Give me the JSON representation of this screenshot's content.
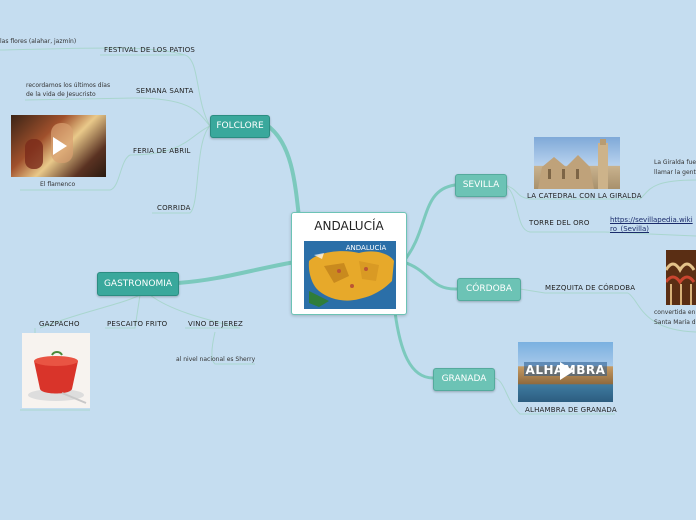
{
  "central": {
    "title": "ANDALUCÍA",
    "map_title": "ANDALUCÍA"
  },
  "topics": {
    "folclore": "FOLCLORE",
    "gastronomia": "GASTRONOMIA",
    "sevilla": "SEVILLA",
    "cordoba": "CÓRDOBA",
    "granada": "GRANADA"
  },
  "folclore_items": {
    "festival": "FESTIVAL DE LOS PATIOS",
    "festival_note": "las flores (alahar, jazmín)",
    "semana": "SEMANA SANTA",
    "semana_note_1": "recordamos los últimos días",
    "semana_note_2": "de la vida de Jesucristo",
    "feria": "FERIA DE ABRIL",
    "flamenco": "El flamenco",
    "corrida": "CORRIDA"
  },
  "gastronomia_items": {
    "gazpacho": "GAZPACHO",
    "pescaito": "PESCAITO FRITO",
    "vino": "VINO DE JEREZ",
    "vino_note": "al nivel nacional es Sherry"
  },
  "sevilla_items": {
    "catedral": "LA CATEDRAL CON LA GIRALDA",
    "catedral_note_1": "La Giralda fue",
    "catedral_note_2": "llamar la gente",
    "torre": "TORRE DEL ORO",
    "torre_link_1": "https://sevillapedia.wiki",
    "torre_link_2": "ro_(Sevilla)"
  },
  "cordoba_items": {
    "mezquita": "MEZQUITA DE CÓRDOBA",
    "mezquita_note_1": "convertida en (",
    "mezquita_note_2": "Santa María de"
  },
  "granada_items": {
    "alhambra": "ALHAMBRA DE GRANADA",
    "alhambra_banner": "ALHAMBRA"
  },
  "colors": {
    "background": "#c5ddf0",
    "topic": "#3aa89c",
    "topic_light": "#6cc3b5",
    "branch": "#7cc9bd"
  }
}
